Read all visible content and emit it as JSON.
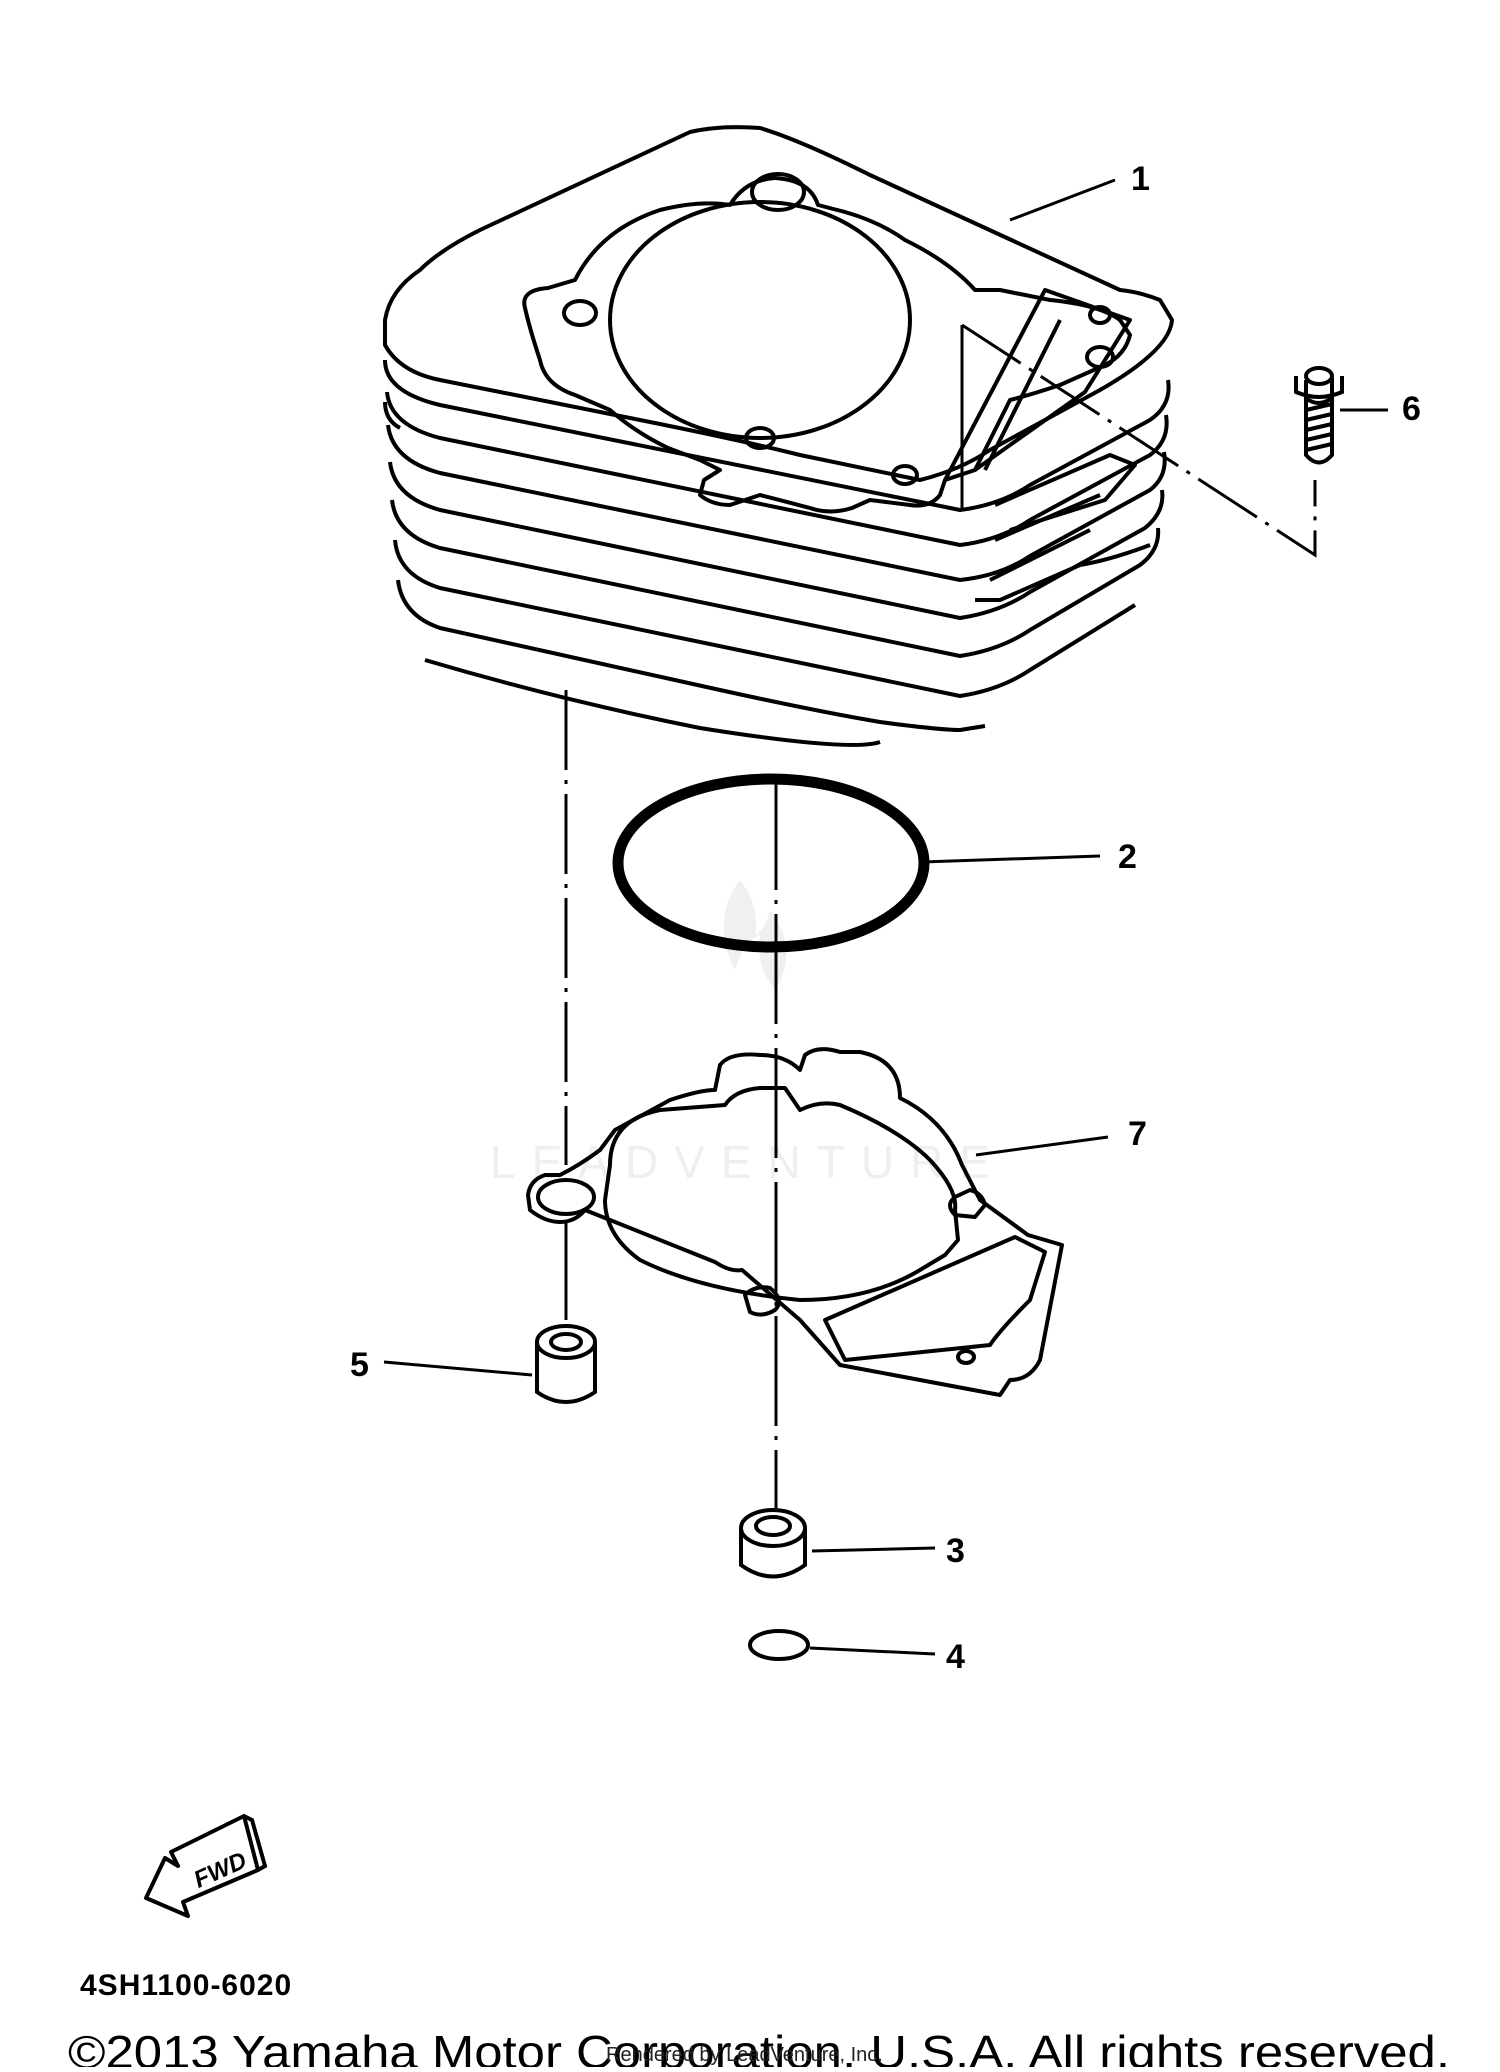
{
  "diagram": {
    "part_number": "4SH1100-6020",
    "callouts": [
      "1",
      "2",
      "3",
      "4",
      "5",
      "6",
      "7"
    ],
    "fwd_label": "FWD",
    "watermark": "LEADVENTURE"
  },
  "footer": {
    "copyright": "©2013 Yamaha Motor Corporation, U.S.A. All rights reserved.",
    "rendered_by": "Rendered by LeadVenture, Inc."
  }
}
